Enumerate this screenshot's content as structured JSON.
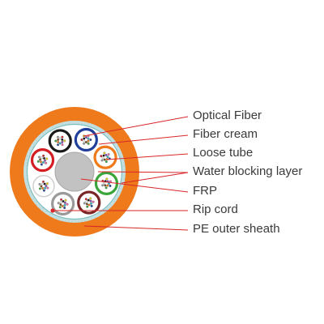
{
  "labels": {
    "optical_fiber": "Optical Fiber",
    "fiber_cream": "Fiber cream",
    "loose_tube": "Loose tube",
    "water_blocking_layer": "Water blocking layer",
    "frp": "FRP",
    "rip_cord": "Rip cord",
    "pe_outer_sheath": "PE outer sheath"
  },
  "colors": {
    "outer_sheath": "#ee7a1b",
    "water_blocking": "#c4dfe0",
    "core_fill": "#ffffff",
    "frp": "#c2c2c2",
    "leader_line": "#d9262a",
    "label_text": "#3a3a3a"
  },
  "loose_tube_colors": [
    "#1f3f9a",
    "#ee7a1b",
    "#3aa53a",
    "#7a2525",
    "#9a9a9a",
    "#f4f4f4",
    "#d51d24",
    "#1a1a1a"
  ]
}
